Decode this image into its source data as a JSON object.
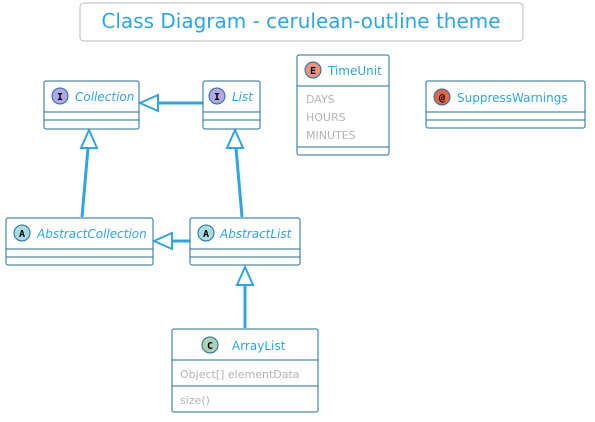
{
  "title": "Class Diagram - cerulean-outline theme",
  "colors": {
    "accent": "#2fa4e7",
    "border": "#1e6f9e",
    "member_text": "#b3b3b3",
    "interface_badge": "#b4a7e5",
    "abstract_badge": "#a9dcdf",
    "class_badge": "#add1b2",
    "enum_badge": "#eb937f",
    "annotation_badge": "#e3664a"
  },
  "classes": {
    "collection": {
      "name": "Collection",
      "kind": "interface",
      "badge": "I"
    },
    "list": {
      "name": "List",
      "kind": "interface",
      "badge": "I"
    },
    "abstract_collection": {
      "name": "AbstractCollection",
      "kind": "abstract",
      "badge": "A"
    },
    "abstract_list": {
      "name": "AbstractList",
      "kind": "abstract",
      "badge": "A"
    },
    "array_list": {
      "name": "ArrayList",
      "kind": "class",
      "badge": "C",
      "fields": [
        "Object[] elementData"
      ],
      "methods": [
        "size()"
      ]
    },
    "time_unit": {
      "name": "TimeUnit",
      "kind": "enum",
      "badge": "E",
      "values": [
        "DAYS",
        "HOURS",
        "MINUTES"
      ]
    },
    "suppress_warnings": {
      "name": "SuppressWarnings",
      "kind": "annotation",
      "badge": "@"
    }
  },
  "relations": [
    {
      "from": "List",
      "to": "Collection",
      "type": "extends"
    },
    {
      "from": "AbstractCollection",
      "to": "Collection",
      "type": "implements"
    },
    {
      "from": "AbstractList",
      "to": "List",
      "type": "implements"
    },
    {
      "from": "AbstractList",
      "to": "AbstractCollection",
      "type": "extends"
    },
    {
      "from": "ArrayList",
      "to": "AbstractList",
      "type": "extends"
    }
  ]
}
